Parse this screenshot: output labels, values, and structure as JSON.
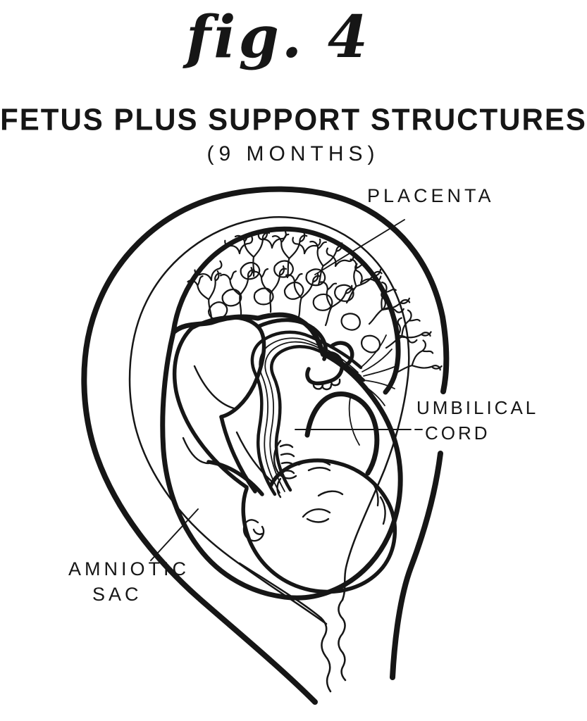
{
  "figure": {
    "fig_label": "fig. 4",
    "title": "FETUS PLUS SUPPORT STRUCTURES",
    "subtitle": "(9 MONTHS)"
  },
  "annotations": {
    "placenta": {
      "label": "PLACENTA"
    },
    "umbilical_cord": {
      "line1": "UMBILICAL",
      "line2": "CORD"
    },
    "amniotic_sac": {
      "line1": "AMNIOTIC",
      "line2": "SAC"
    }
  },
  "colors": {
    "ink": "#161616",
    "paper": "#ffffff"
  }
}
